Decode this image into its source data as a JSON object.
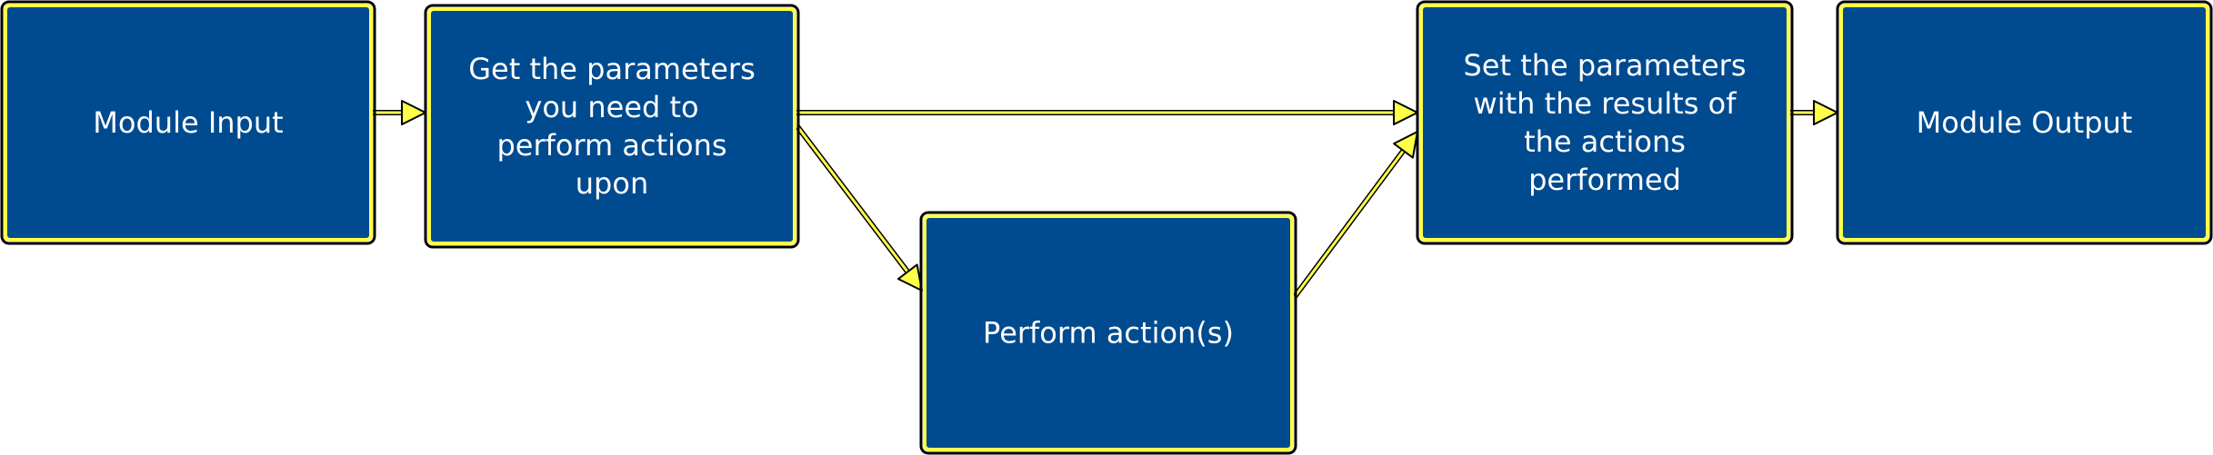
{
  "diagram": {
    "colors": {
      "box_fill": "#004b8f",
      "box_border": "#ffff4a",
      "box_outline": "#000000",
      "text": "#ffffff",
      "arrow": "#ffff4a"
    },
    "nodes": [
      {
        "id": "module-input",
        "lines": [
          "Module Input"
        ]
      },
      {
        "id": "get-parameters",
        "lines": [
          "Get the parameters",
          "you need to",
          "perform actions",
          "upon"
        ]
      },
      {
        "id": "perform-actions",
        "lines": [
          "Perform action(s)"
        ]
      },
      {
        "id": "set-parameters",
        "lines": [
          "Set the parameters",
          "with the results of",
          "the actions",
          "performed"
        ]
      },
      {
        "id": "module-output",
        "lines": [
          "Module Output"
        ]
      }
    ],
    "edges": [
      {
        "from": "module-input",
        "to": "get-parameters"
      },
      {
        "from": "get-parameters",
        "to": "set-parameters"
      },
      {
        "from": "get-parameters",
        "to": "perform-actions"
      },
      {
        "from": "perform-actions",
        "to": "set-parameters"
      },
      {
        "from": "set-parameters",
        "to": "module-output"
      }
    ]
  }
}
